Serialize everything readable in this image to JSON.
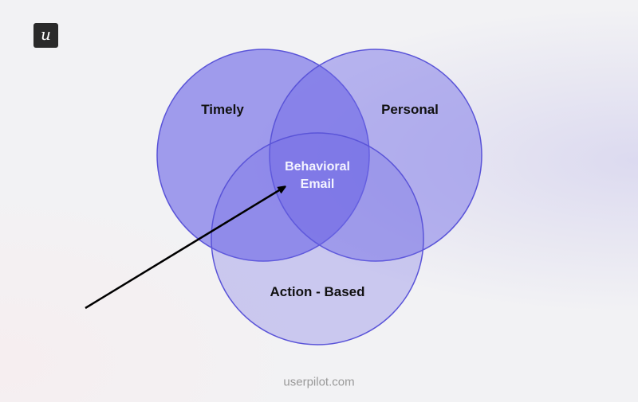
{
  "logo": {
    "letter": "u"
  },
  "venn": {
    "sets": [
      {
        "id": "timely",
        "label": "Timely"
      },
      {
        "id": "personal",
        "label": "Personal"
      },
      {
        "id": "action",
        "label": "Action - Based"
      }
    ],
    "intersection": {
      "line1": "Behavioral",
      "line2": "Email"
    }
  },
  "colors": {
    "fill": "#6c66e6",
    "stroke": "#5a54d8",
    "arrow": "#000000"
  },
  "footer": "userpilot.com"
}
